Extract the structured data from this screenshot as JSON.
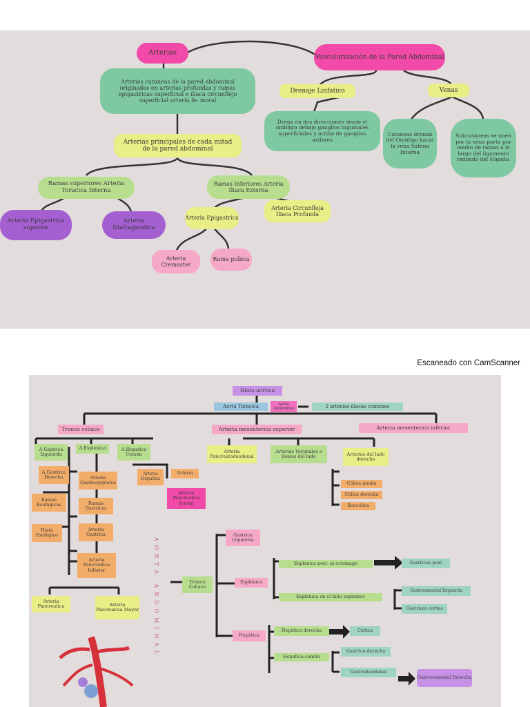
{
  "caption": "Escaneado con CamScanner",
  "page1": {
    "arterias": "Arterias",
    "vasc": "Vascularización de la Pared Abdominal",
    "cutaneas": "Arterias cutaneas de la pared abdominal originadas en arterias profundas y ramas epigastricas superficial e iliaca circunflejo superficial arteria fe- moral",
    "drenaje": "Drenaje Linfatico",
    "venas": "Venas",
    "drenaje_desc": "Drena en dos direcciones desde el ombligo debajo ganglios inguinales superficiales y arriba de ganglios axilares",
    "cutaneas_venas": "Cutaneas drenan del Ombligo hacia la vena Safena Interna",
    "subcutaneas": "Subcutaneas se unen por la vena porta por medio de ramas a lo largo del ligamento redondo del Higado.",
    "principales": "Arterias principales de cada mitad de la pared abdominal",
    "ramas_sup": "Ramas superiores Arteria Toracica Interna",
    "ramas_inf": "Ramas Inferiores Arteria Iliaca Externa",
    "epig_sup": "Arteria Epigastrica superior",
    "diafrag": "Arteria Diafragmatica",
    "epig": "Arteria Epigastrica",
    "circunfleja": "Arteria Circunfleja Iliaca Profunda",
    "cremaster": "Arteria Cremaster",
    "rama_pubica": "Rama pubica"
  },
  "page2": {
    "hiato": "Hiato aórtico",
    "aorta_toracica": "Aorta Toracica",
    "aorta_abd": "Aorta Abdominal",
    "iliacas": "2 arterias iliacas comunes",
    "tronco": "Tronco celiaco",
    "mes_sup": "Arteria mesenterica superior",
    "mes_inf": "Arteria mesenterica inferior",
    "gastrica_izq": "A.Gastrica Izquierda",
    "esplenica": "A.Esplenica",
    "hepatica_comun": "A.Hepatica Común",
    "pancreatico": "Arteria Pancreatoduodenal",
    "yeyunales": "Arterias Yeyunales e ileales del lado",
    "lado_derecho": "Arterias del lado derecho",
    "gastrica_der": "A.Gastrica Derecha",
    "gastroepiploica": "Arteria Gastroepiploica",
    "hepatica": "Arteria Hepatica",
    "arteria": "Arteria",
    "pancreatica_dorsal": "Arteria Pancreatica Dorsal",
    "ramas_esof": "Ramas Esofagicas",
    "ramas_gastricas": "Ramas Gastricas",
    "hiato_esof": "Hiato Esofagico",
    "arteria_gastrica": "Arteria Gastrica",
    "pancreatica_inf": "Arteria Pancreatica Inferior",
    "arteria_pancreatica": "Arteria Pancreatica",
    "pancreatica_mayor": "Arteria Pancreatica Mayor",
    "colica_media": "Cólica media",
    "colica_derecha": "Cólica derecha",
    "ileocolica": "Ileocólica",
    "vertical": "AORTA ABDOMINAL",
    "tronco_celiaco": "Tronco Celiaco",
    "gastrica_izquierda": "Gastrica Izquierda",
    "esplenica2": "Esplenica",
    "hepatica2": "Hepática",
    "esp_post": "Esplenica post. al estomago",
    "gastricas_post": "Gastricas post",
    "esp_hilio": "Esplenica en el hilio esplenico",
    "gastroomental_izq": "Gastroomental Izquierda",
    "gastricas_cortas": "Gastricas cortas",
    "hepatica_derecha": "Hepática derecha",
    "cistica": "Cística",
    "hepatica_comun2": "Hepatica común",
    "gastrica_derecha2": "Gastrica derecha",
    "gastroduodenal": "Gastroduodenal",
    "gastroomental_der": "Gastroomental Derecha"
  },
  "colors": {
    "pink": "#f06fbd",
    "green": "#7ec9a2",
    "yellow": "#e9ee86",
    "purple": "#a45fd0",
    "orange": "#f3ad6a"
  }
}
